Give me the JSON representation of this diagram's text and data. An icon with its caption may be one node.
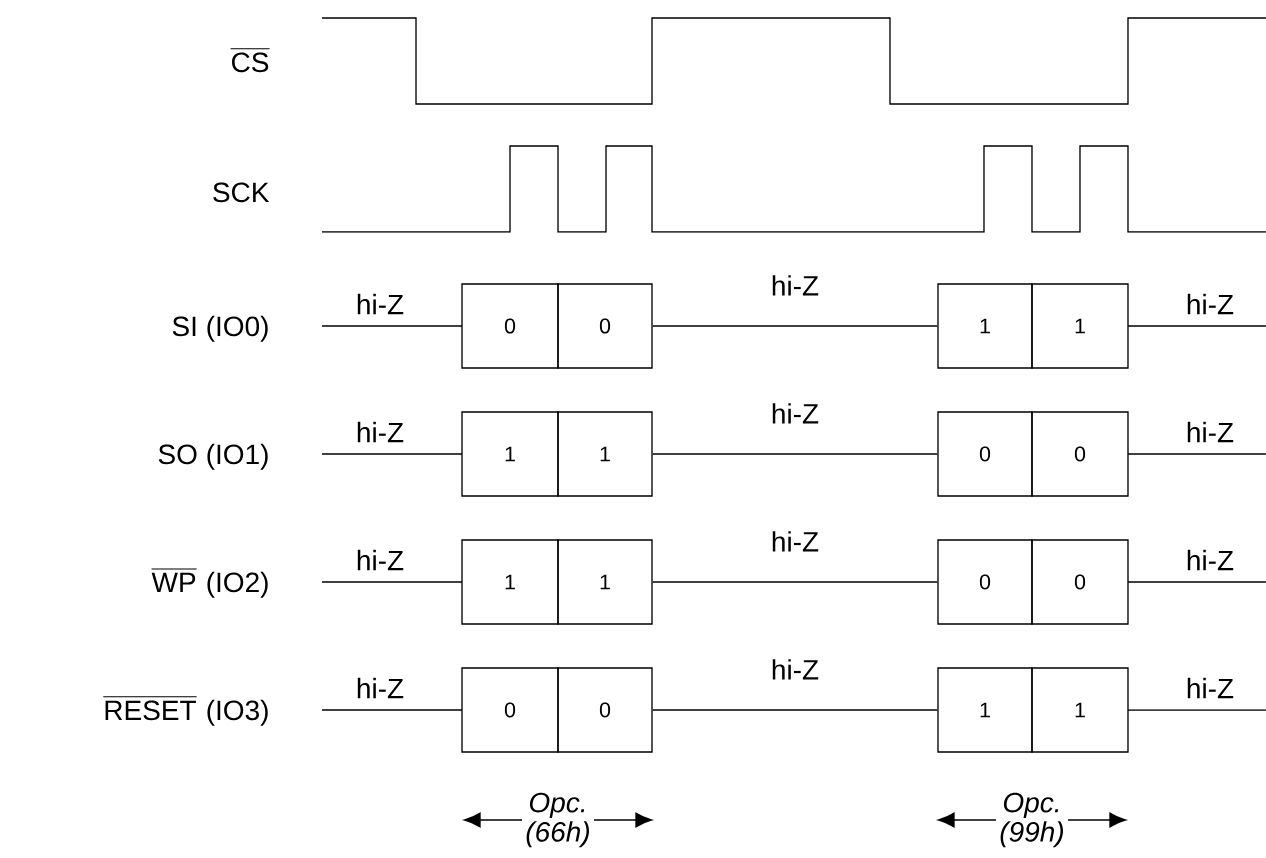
{
  "diagram": {
    "nodes": [
      {
        "text": [
          "0"
        ]
      },
      {
        "text": [
          "0"
        ]
      },
      {
        "text": [
          "1"
        ]
      },
      {
        "text": [
          "1"
        ]
      },
      {
        "text": [
          "1"
        ]
      },
      {
        "text": [
          "1"
        ]
      },
      {
        "text": [
          "0"
        ]
      },
      {
        "text": [
          "0"
        ]
      },
      {
        "text": [
          "1"
        ]
      },
      {
        "text": [
          "1"
        ]
      },
      {
        "text": [
          "0"
        ]
      },
      {
        "text": [
          "0"
        ]
      },
      {
        "text": [
          "0"
        ]
      },
      {
        "text": [
          "0"
        ]
      },
      {
        "text": [
          "1"
        ]
      },
      {
        "text": [
          "1"
        ]
      }
    ],
    "edges": [
      {
        "from": 1,
        "to": 2,
        "arrow": "none",
        "label": "hi-Z"
      },
      {
        "from": 5,
        "to": 6,
        "arrow": "none",
        "label": "hi-Z"
      },
      {
        "from": 9,
        "to": 10,
        "arrow": "none",
        "label": "hi-Z"
      },
      {
        "from": 13,
        "to": 14,
        "arrow": "none",
        "label": "hi-Z"
      }
    ],
    "labels": [
      "CS",
      "SCK",
      "SI (IO0)",
      "SO (IO1)",
      "WP",
      "(IO2)",
      "RESET",
      "(IO3)",
      "hi-Z",
      "hi-Z",
      "hi-Z",
      "hi-Z",
      "hi-Z",
      "hi-Z",
      "hi-Z",
      "hi-Z",
      "Opc. (66h)",
      "Opc. (99h)"
    ]
  }
}
